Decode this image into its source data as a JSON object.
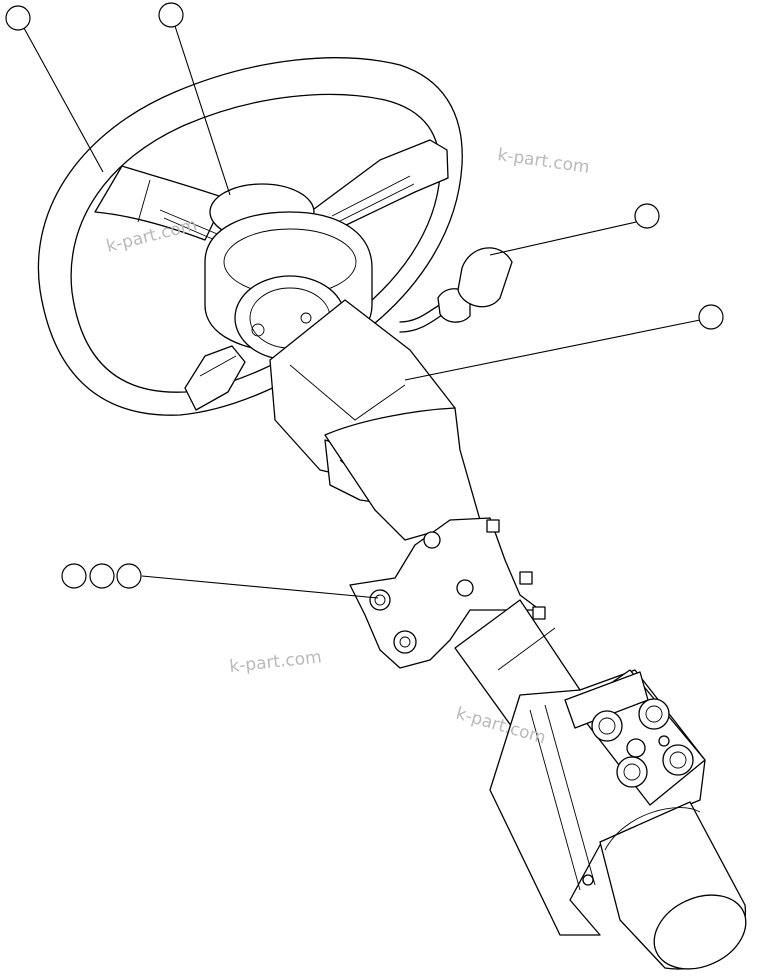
{
  "watermarks": [
    {
      "text": "k-part.com"
    },
    {
      "text": "k-part.com"
    },
    {
      "text": "k-part.com"
    },
    {
      "text": "k-part.com"
    }
  ],
  "callouts": [
    {
      "label": ""
    },
    {
      "label": ""
    },
    {
      "label": ""
    },
    {
      "label": ""
    },
    {
      "label": ""
    },
    {
      "label": ""
    },
    {
      "label": ""
    }
  ]
}
